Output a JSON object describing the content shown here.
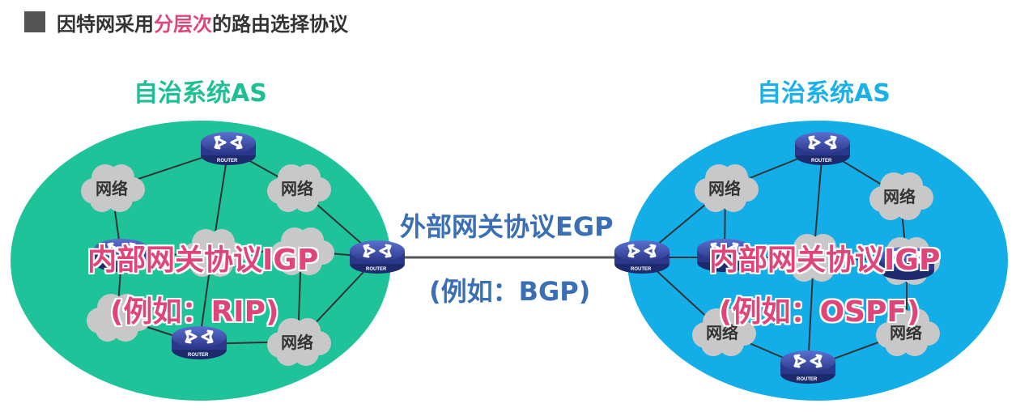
{
  "header": {
    "title_before": "因特网采用",
    "title_highlight": "分层次",
    "title_after": "的路由选择协议"
  },
  "left_as": {
    "label": "自治系统AS",
    "igp_label": "内部网关协议IGP",
    "example": "(例如：RIP)"
  },
  "right_as": {
    "label": "自治系统AS",
    "igp_label": "内部网关协议IGP",
    "example": "(例如：OSPF)"
  },
  "egp": {
    "label": "外部网关协议EGP",
    "example": "(例如：BGP)"
  },
  "network_label": "网络",
  "router_label": "ROUTER",
  "colors": {
    "left_as_fill": "#1fc39a",
    "right_as_fill": "#13aee8",
    "highlight": "#e0457a",
    "egp_text": "#3a6fb5",
    "router_body": "#2c3a8c"
  }
}
